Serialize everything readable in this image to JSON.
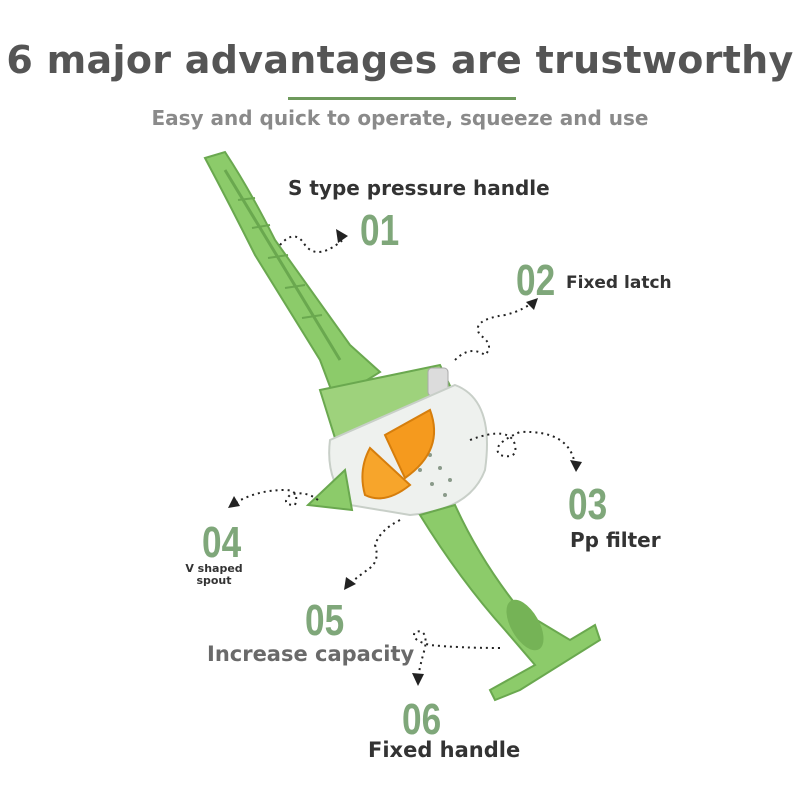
{
  "title": "6 major advantages are trustworthy",
  "subtitle": "Easy and quick to operate, squeeze and use",
  "features": [
    {
      "number": "01",
      "label": "S type pressure handle"
    },
    {
      "number": "02",
      "label": "Fixed latch"
    },
    {
      "number": "03",
      "label": "Pp filter"
    },
    {
      "number": "04",
      "label": "V shaped spout"
    },
    {
      "number": "05",
      "label": "Increase capacity"
    },
    {
      "number": "06",
      "label": "Fixed handle"
    }
  ],
  "colors": {
    "accent_green": "#7fa77a",
    "product_green": "#8bc96a",
    "title_gray": "#555555"
  }
}
